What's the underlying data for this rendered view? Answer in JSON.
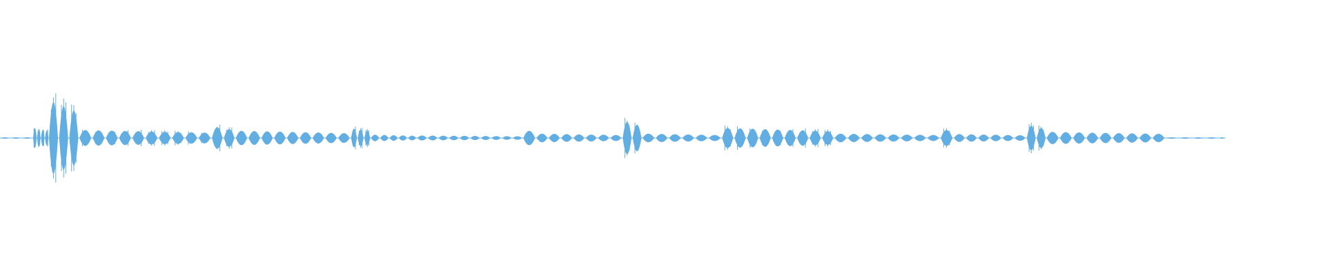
{
  "waveform": {
    "color": "#62ade1",
    "segments": [
      {
        "start": 0.0,
        "end": 0.025,
        "amp": 0.01,
        "lobes": 3
      },
      {
        "start": 0.025,
        "end": 0.037,
        "amp": 0.28,
        "lobes": 4
      },
      {
        "start": 0.037,
        "end": 0.06,
        "amp": 1.0,
        "lobes": 3
      },
      {
        "start": 0.06,
        "end": 0.16,
        "amp": 0.22,
        "lobes": 10
      },
      {
        "start": 0.16,
        "end": 0.178,
        "amp": 0.3,
        "lobes": 2
      },
      {
        "start": 0.178,
        "end": 0.265,
        "amp": 0.2,
        "lobes": 9
      },
      {
        "start": 0.265,
        "end": 0.28,
        "amp": 0.26,
        "lobes": 3
      },
      {
        "start": 0.28,
        "end": 0.315,
        "amp": 0.09,
        "lobes": 5
      },
      {
        "start": 0.315,
        "end": 0.395,
        "amp": 0.07,
        "lobes": 10
      },
      {
        "start": 0.395,
        "end": 0.405,
        "amp": 0.2,
        "lobes": 1
      },
      {
        "start": 0.405,
        "end": 0.47,
        "amp": 0.12,
        "lobes": 7
      },
      {
        "start": 0.47,
        "end": 0.485,
        "amp": 0.45,
        "lobes": 2
      },
      {
        "start": 0.485,
        "end": 0.545,
        "amp": 0.12,
        "lobes": 6
      },
      {
        "start": 0.545,
        "end": 0.63,
        "amp": 0.28,
        "lobes": 9
      },
      {
        "start": 0.63,
        "end": 0.71,
        "amp": 0.12,
        "lobes": 8
      },
      {
        "start": 0.71,
        "end": 0.72,
        "amp": 0.22,
        "lobes": 1
      },
      {
        "start": 0.72,
        "end": 0.775,
        "amp": 0.11,
        "lobes": 6
      },
      {
        "start": 0.775,
        "end": 0.79,
        "amp": 0.34,
        "lobes": 2
      },
      {
        "start": 0.79,
        "end": 0.88,
        "amp": 0.17,
        "lobes": 9
      },
      {
        "start": 0.88,
        "end": 0.92,
        "amp": 0.02,
        "lobes": 4
      },
      {
        "start": 0.92,
        "end": 0.925,
        "amp": 0.0,
        "lobes": 1
      }
    ]
  }
}
